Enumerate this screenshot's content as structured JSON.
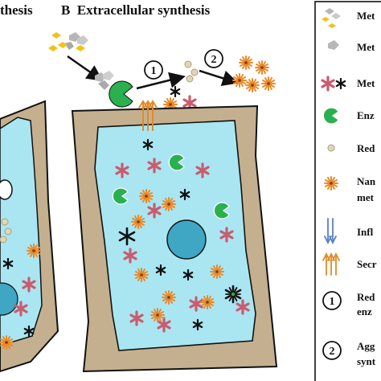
{
  "headings": {
    "left_partial": "thesis",
    "panel_b": "B  Extracellular synthesis"
  },
  "steps": {
    "one": "1",
    "two": "2"
  },
  "legend": {
    "entries": [
      {
        "icon": "metal-salt-cluster-icon",
        "label": "Met"
      },
      {
        "icon": "metal-ion-icon",
        "label": "Met"
      },
      {
        "icon": "metabolite-star-icon",
        "label": "Met"
      },
      {
        "icon": "enzyme-icon",
        "label": "Enz"
      },
      {
        "icon": "reduced-particle-icon",
        "label": "Red"
      },
      {
        "icon": "nanoparticle-icon",
        "label": "Nan",
        "label2": "met"
      },
      {
        "icon": "influx-arrow-icon",
        "label": "Infl"
      },
      {
        "icon": "secretion-arrow-icon",
        "label": "Secr"
      },
      {
        "icon": "step-1-icon",
        "badge": "1",
        "label": "Red",
        "label2": "enz"
      },
      {
        "icon": "step-2-icon",
        "badge": "2",
        "label": "Agg",
        "label2": "synt"
      }
    ]
  },
  "colors": {
    "cell_wall": "#c4b08f",
    "cytoplasm": "#a9e6f2",
    "nucleus": "#3fa6c4",
    "enzyme": "#2bb04f",
    "nanoparticle": "#ec8a2a",
    "metabolite": "#c95c6e",
    "particle": "#ded7b8",
    "influx_arrow": "#5b7fc0",
    "secretion_arrow": "#e08a2a"
  }
}
